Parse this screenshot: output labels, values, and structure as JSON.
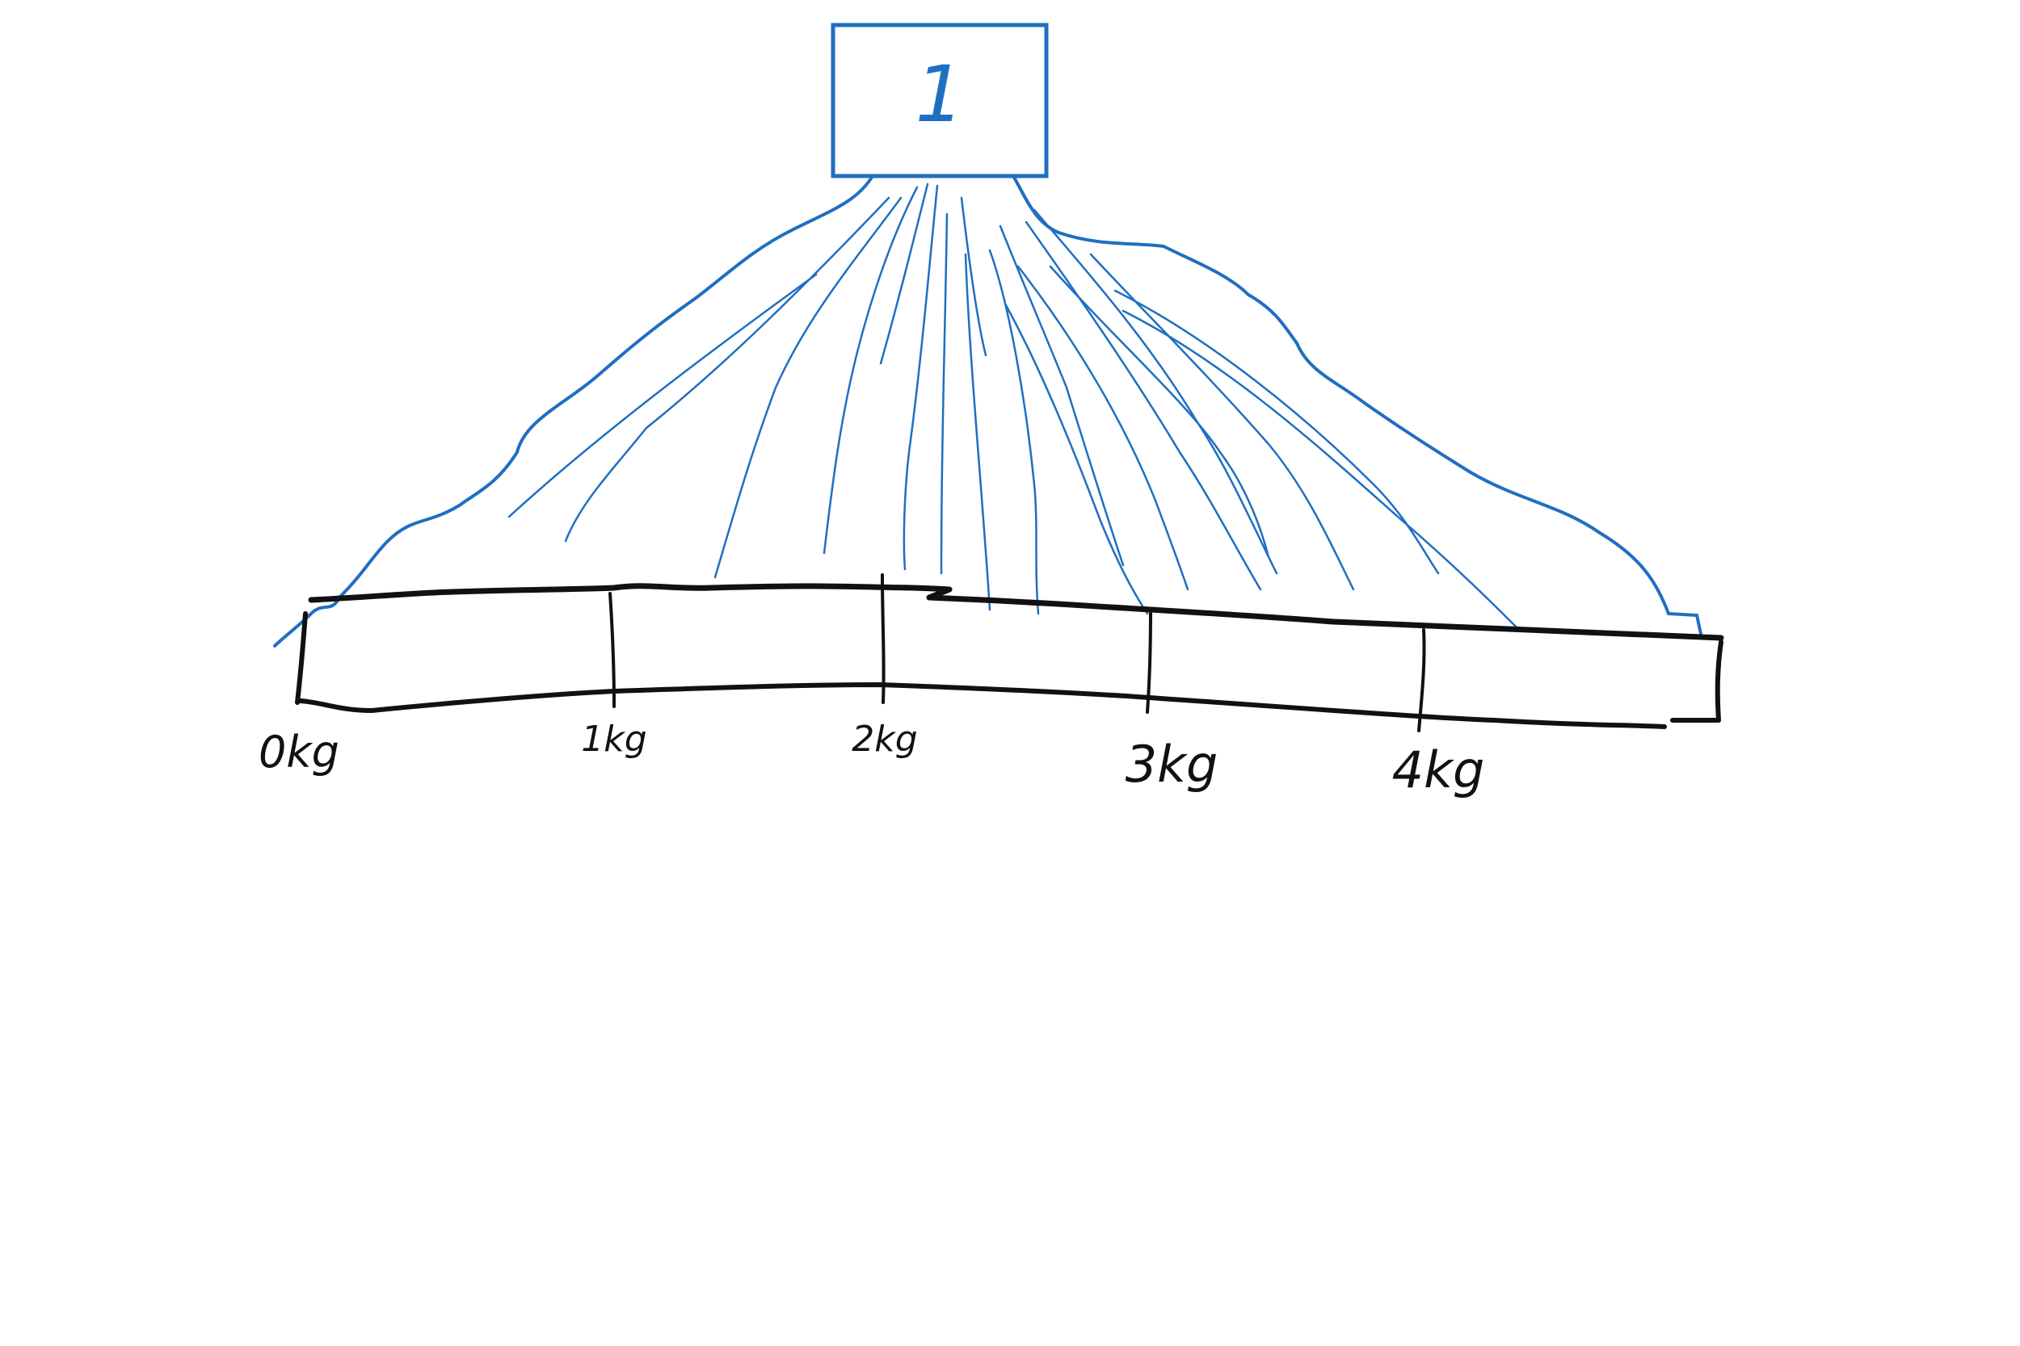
{
  "box": {
    "label": "1",
    "color": "#1f6fc1"
  },
  "scale": {
    "line_color": "#111111",
    "labels": [
      "0kg",
      "1kg",
      "2kg",
      "3kg",
      "4kg"
    ]
  },
  "spread": {
    "color": "#1f6fc1"
  }
}
